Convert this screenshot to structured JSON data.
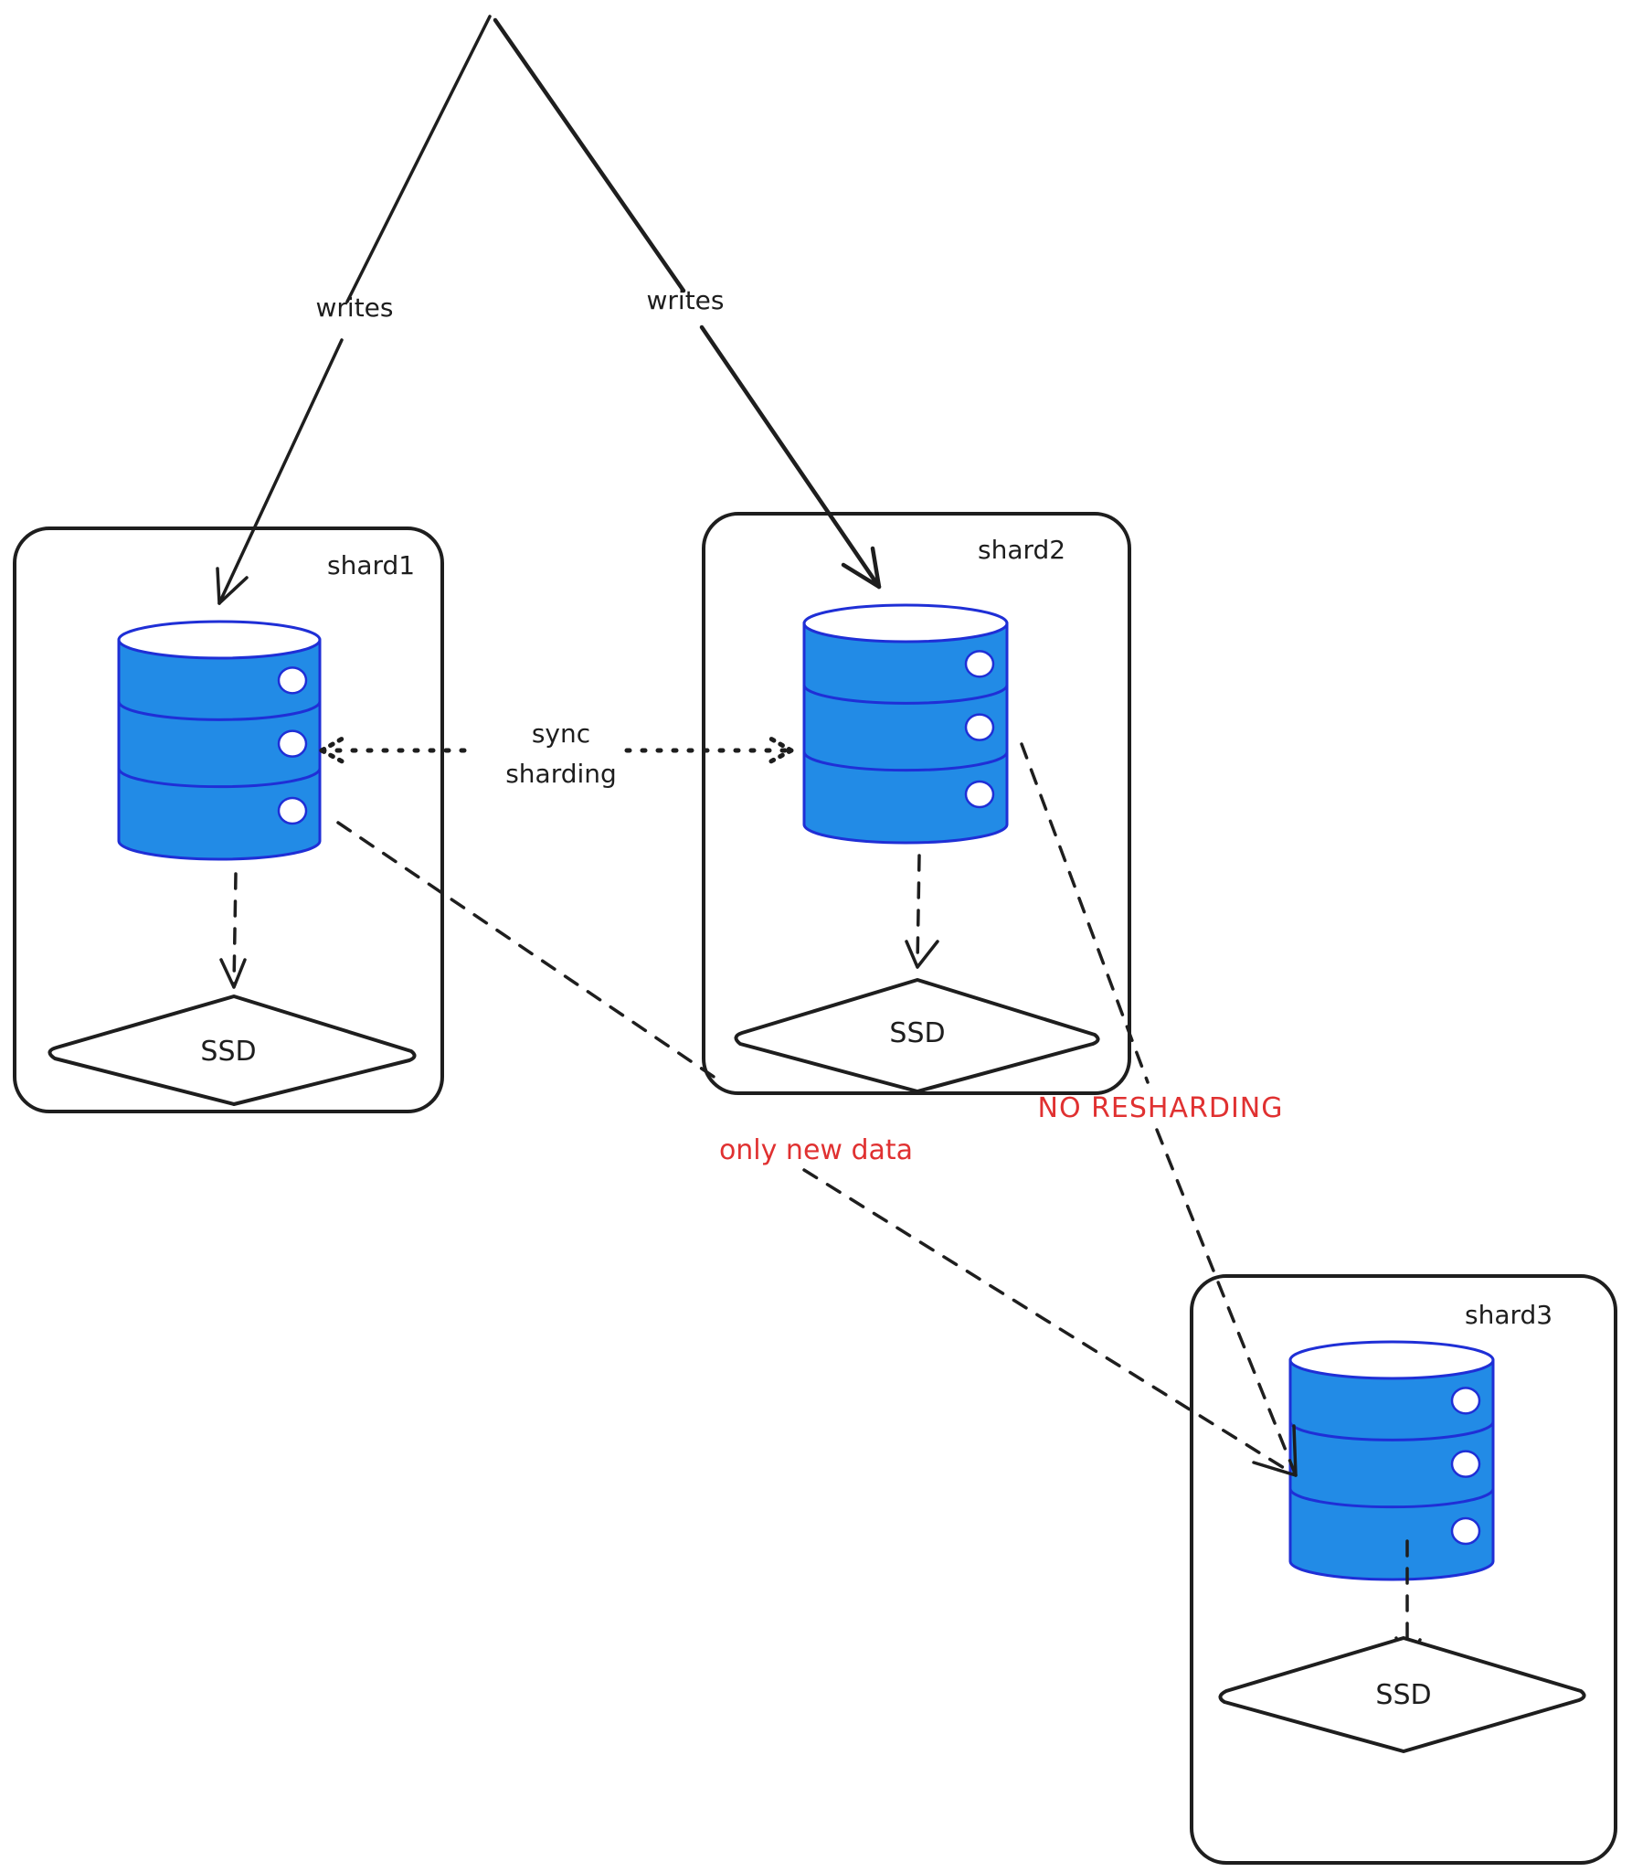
{
  "diagram": {
    "edges": {
      "writes_left": "writes",
      "writes_right": "writes",
      "sync_line1": "sync",
      "sync_line2": "sharding",
      "only_new_data": "only new data",
      "no_resharding": "NO RESHARDING"
    },
    "shards": [
      {
        "label": "shard1",
        "storage": "SSD"
      },
      {
        "label": "shard2",
        "storage": "SSD"
      },
      {
        "label": "shard3",
        "storage": "SSD"
      }
    ],
    "colors": {
      "db_fill": "#228be6",
      "db_stroke": "#1f2fd6",
      "annotation_red": "#e03131",
      "ink": "#1e1e1e"
    }
  }
}
